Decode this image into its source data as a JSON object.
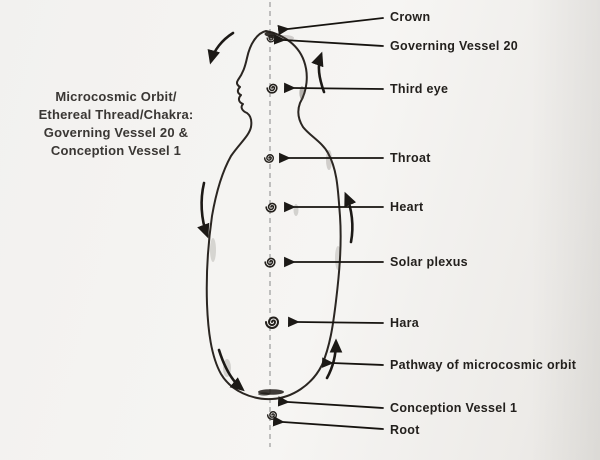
{
  "caption": {
    "lines": [
      "Microcosmic Orbit/",
      "Ethereal Thread/Chakra:",
      "Governing Vessel 20 &",
      "Conception Vessel 1"
    ]
  },
  "labels": [
    {
      "id": "crown",
      "text": "Crown"
    },
    {
      "id": "governing-vessel-20",
      "text": "Governing Vessel 20"
    },
    {
      "id": "third-eye",
      "text": "Third eye"
    },
    {
      "id": "throat",
      "text": "Throat"
    },
    {
      "id": "heart",
      "text": "Heart"
    },
    {
      "id": "solar-plexus",
      "text": "Solar plexus"
    },
    {
      "id": "hara",
      "text": "Hara"
    },
    {
      "id": "pathway",
      "text": "Pathway of microcosmic orbit"
    },
    {
      "id": "conception-vessel-1",
      "text": "Conception Vessel 1"
    },
    {
      "id": "root",
      "text": "Root"
    }
  ],
  "icons": {
    "spiral": "chakra-spiral-icon",
    "pointer": "pointer-arrow-icon",
    "flow": "flow-arrow-icon"
  },
  "colors": {
    "ink": "#24201c",
    "dashed_axis": "#9b9b9b",
    "paper": "#f4f3f1"
  }
}
